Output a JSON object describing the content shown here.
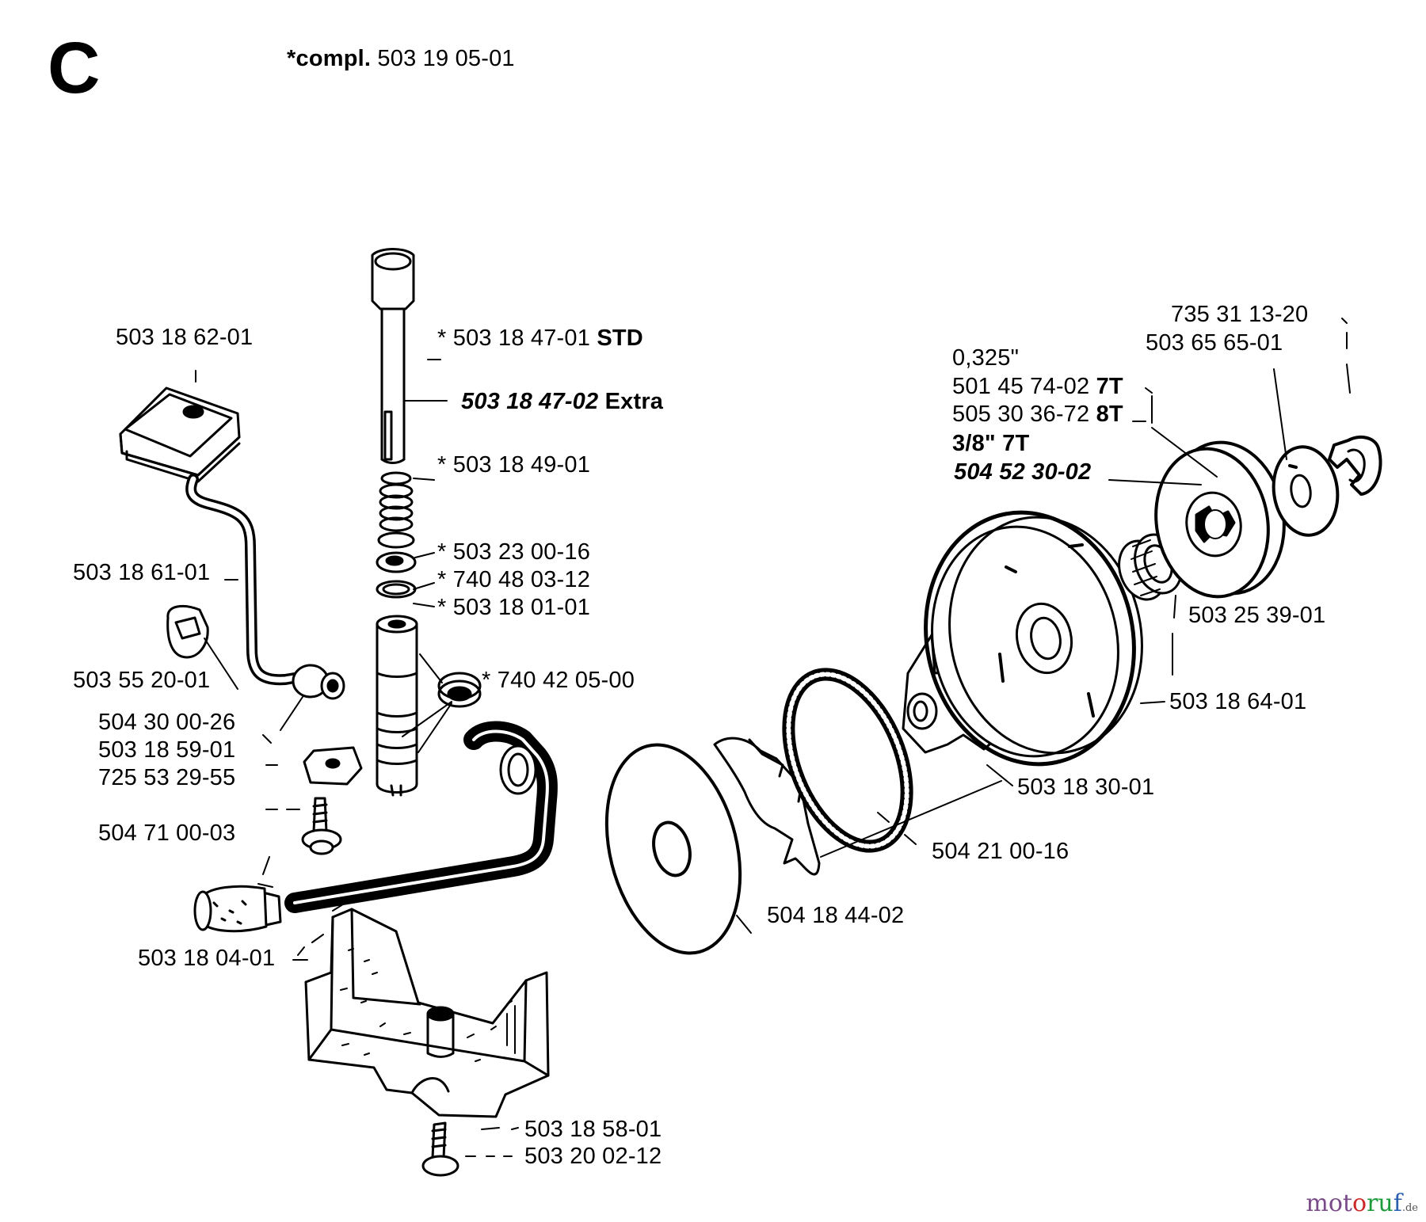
{
  "section": "C",
  "header": {
    "prefix": "*compl.",
    "part": "503 19 05-01"
  },
  "labels": {
    "pump_pad": "503 18 62-01",
    "pin_std_part": "* 503 18 47-01",
    "pin_std_suffix": "STD",
    "pin_extra_part": "503 18 47-02",
    "pin_extra_suffix": "Extra",
    "washer_a": "* 503 18 49-01",
    "bushing": "* 503 23 00-16",
    "oring_a": "* 740 48 03-12",
    "oring_b": "* 503 18 01-01",
    "seal": "* 740 42 05-00",
    "hose": "503 18 61-01",
    "plug": "503 55 20-01",
    "nipple": "504 30 00-26",
    "bracket": "503 18 59-01",
    "bracket2": "725 53 29-55",
    "screw_a": "504 71 00-03",
    "filter": "503 18 04-01",
    "pump_housing": "503 18 58-01",
    "screw_b": "503 20 02-12",
    "size_0325": "0,325\"",
    "sprocket_7t": "501 45 74-02",
    "sprocket_7t_suffix": "7T",
    "sprocket_8t": "505 30 36-72",
    "sprocket_8t_suffix": "8T",
    "size_38": "3/8\" 7T",
    "sprocket_38": "504 52 30-02",
    "circlip": "735 31 13-20",
    "washer_b": "503 65 65-01",
    "needle_bearing": "503 25 39-01",
    "clutch_drum": "503 18 64-01",
    "clutch_hub": "503 18 30-01",
    "clutch_spring": "504 21 00-16",
    "washer_c": "504 18 44-02"
  },
  "watermark": {
    "m": "mot",
    "r": "o",
    "t": "ru",
    "f": "f",
    "d": ".de"
  }
}
